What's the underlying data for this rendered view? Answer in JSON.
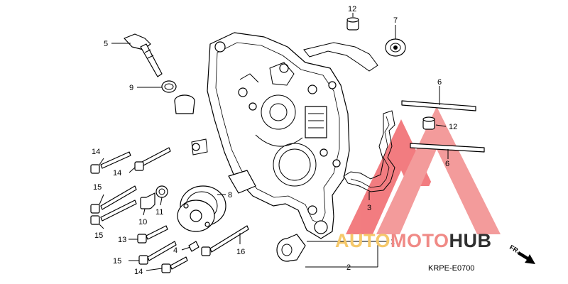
{
  "diagram": {
    "callouts": [
      "1",
      "2",
      "3",
      "4",
      "5",
      "6",
      "6",
      "7",
      "8",
      "9",
      "10",
      "11",
      "12",
      "12",
      "13",
      "14",
      "14",
      "14",
      "15",
      "15",
      "15",
      "16"
    ],
    "drawing_code": "KRPE-E0700",
    "direction_marker": "FR."
  },
  "watermark": {
    "brand_part1": "AUTOMOTO",
    "brand_part2": "HUB",
    "color_auto": "#f5c86a",
    "color_moto": "#f08a86",
    "color_hub": "#2f2f2f",
    "triangle_color": "#f0666a"
  }
}
